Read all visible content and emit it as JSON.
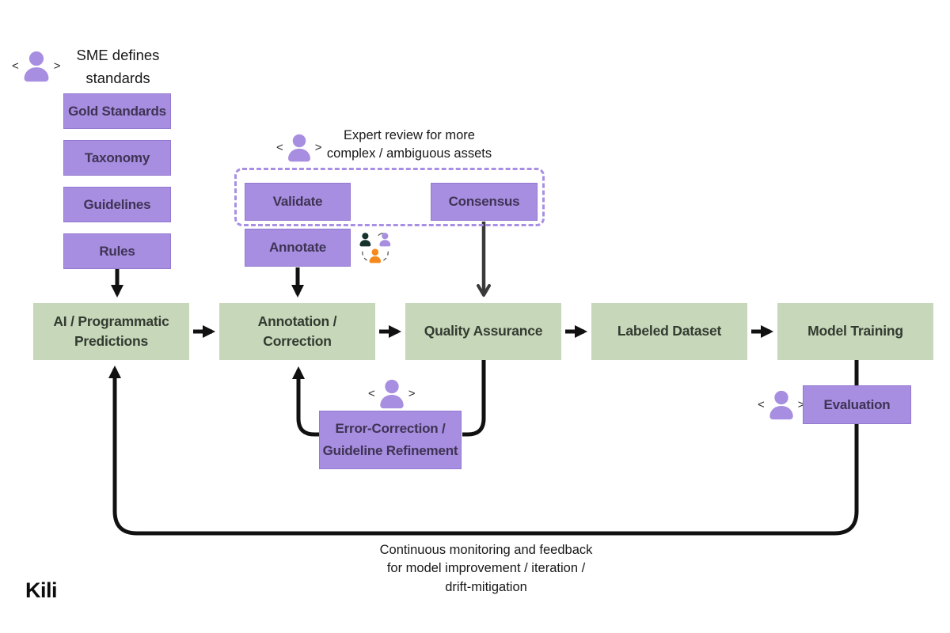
{
  "colors": {
    "purple_fill": "#a78ee0",
    "purple_border": "#9379d1",
    "green_fill": "#c7d7b9",
    "line_black": "#111111",
    "line_gray": "#3a3a3a",
    "dashed_purple": "#a98fe3",
    "person_purple": "#a78ee0",
    "person_dark": "#16322d",
    "person_orange": "#f5891d"
  },
  "icons": {
    "labeler_left_bracket": "<",
    "labeler_right_bracket": ">"
  },
  "header": {
    "sme_note": [
      "SME defines",
      "standards"
    ]
  },
  "standards": [
    "Gold Standards",
    "Taxonomy",
    "Guidelines",
    "Rules"
  ],
  "expert_review": {
    "note": [
      "Expert review for more",
      "complex / ambiguous assets"
    ],
    "validate": "Validate",
    "consensus": "Consensus",
    "annotate": "Annotate"
  },
  "pipeline": [
    "AI / Programmatic Predictions",
    "Annotation / Correction",
    "Quality Assurance",
    "Labeled Dataset",
    "Model Training"
  ],
  "feedback": {
    "error_box": [
      "Error-Correction /",
      "Guideline Refinement"
    ],
    "evaluation": "Evaluation",
    "note": [
      "Continuous monitoring and feedback",
      "for model improvement / iteration /",
      "drift-mitigation"
    ]
  },
  "logo": "Kili"
}
